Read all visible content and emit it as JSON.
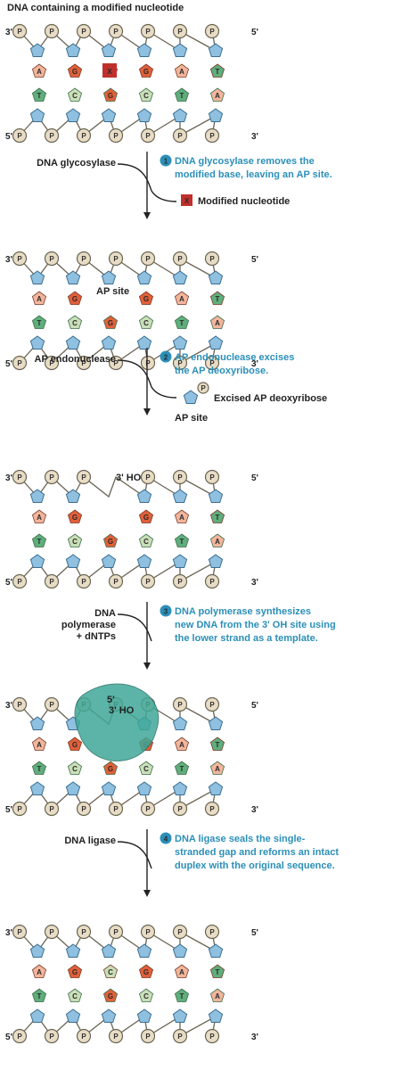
{
  "title": "DNA containing a modified nucleotide",
  "colors": {
    "A": "#f2b59c",
    "G": "#e0603a",
    "T": "#5fae7c",
    "C": "#c9dfb8",
    "X": "#c0302c",
    "accent": "#2b8fb8"
  },
  "end_labels": {
    "top_left": "3'",
    "top_right": "5'",
    "bottom_left": "5'",
    "bottom_right": "3'"
  },
  "phosphate_label": "P",
  "panels": [
    {
      "top": [
        "A",
        "G",
        "X",
        "G",
        "A",
        "T"
      ],
      "bottom": [
        "T",
        "C",
        "G",
        "C",
        "T",
        "A"
      ],
      "annotations": []
    },
    {
      "top": [
        "A",
        "G",
        "",
        "G",
        "A",
        "T"
      ],
      "bottom": [
        "T",
        "C",
        "G",
        "C",
        "T",
        "A"
      ],
      "annotations": [
        "AP site"
      ]
    },
    {
      "top": [
        "A",
        "G",
        "",
        "G",
        "A",
        "T"
      ],
      "bottom": [
        "T",
        "C",
        "G",
        "C",
        "T",
        "A"
      ],
      "annotations": [
        "3' HO"
      ]
    },
    {
      "top": [
        "A",
        "G",
        "",
        "G",
        "A",
        "T"
      ],
      "bottom": [
        "T",
        "C",
        "G",
        "C",
        "T",
        "A"
      ],
      "annotations": [
        "5'",
        "3' HO"
      ]
    },
    {
      "top": [
        "A",
        "G",
        "C",
        "G",
        "A",
        "T"
      ],
      "bottom": [
        "T",
        "C",
        "G",
        "C",
        "T",
        "A"
      ],
      "annotations": []
    }
  ],
  "steps": [
    {
      "number": "1",
      "enzyme": [
        "DNA glycosylase"
      ],
      "description": [
        "DNA glycosylase removes the",
        "modified base, leaving an AP site."
      ],
      "product": "Modified nucleotide",
      "product_icon": "X"
    },
    {
      "number": "2",
      "enzyme": [
        "AP endonuclease"
      ],
      "description": [
        "AP endonuclease excises",
        "the AP deoxyribose."
      ],
      "product": "Excised AP deoxyribose",
      "product_sublabel": "AP site"
    },
    {
      "number": "3",
      "enzyme": [
        "DNA",
        "polymerase",
        "+ dNTPs"
      ],
      "description": [
        "DNA polymerase synthesizes",
        "new DNA from the 3' OH site using",
        "the lower strand as a template."
      ]
    },
    {
      "number": "4",
      "enzyme": [
        "DNA ligase"
      ],
      "description": [
        "DNA ligase seals the single-",
        "stranded gap and reforms an intact",
        "duplex with the original sequence."
      ]
    }
  ]
}
